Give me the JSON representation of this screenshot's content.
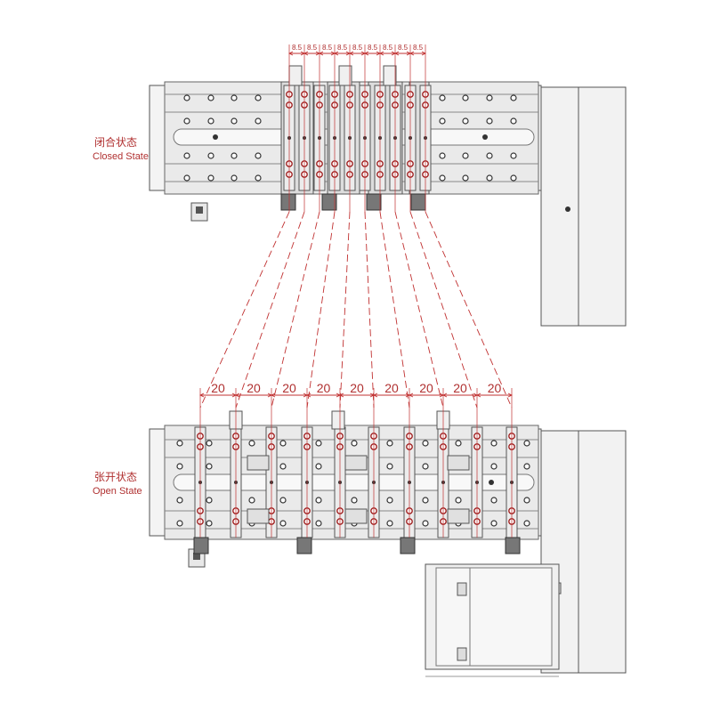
{
  "labels": {
    "closed_cn": "闭合状态",
    "closed_en": "Closed State",
    "open_cn": "张开状态",
    "open_en": "Open State"
  },
  "closed_spacing": [
    "8.5",
    "8.5",
    "8.5",
    "8.5",
    "8.5",
    "8.5",
    "8.5",
    "8.5",
    "8.5"
  ],
  "open_spacing": [
    "20",
    "20",
    "20",
    "20",
    "20",
    "20",
    "20",
    "20",
    "20"
  ],
  "colors": {
    "dimension": "#c03030",
    "outline": "#555555",
    "body": "#eeeeee",
    "block": "#dddddd",
    "foot": "#777777"
  }
}
